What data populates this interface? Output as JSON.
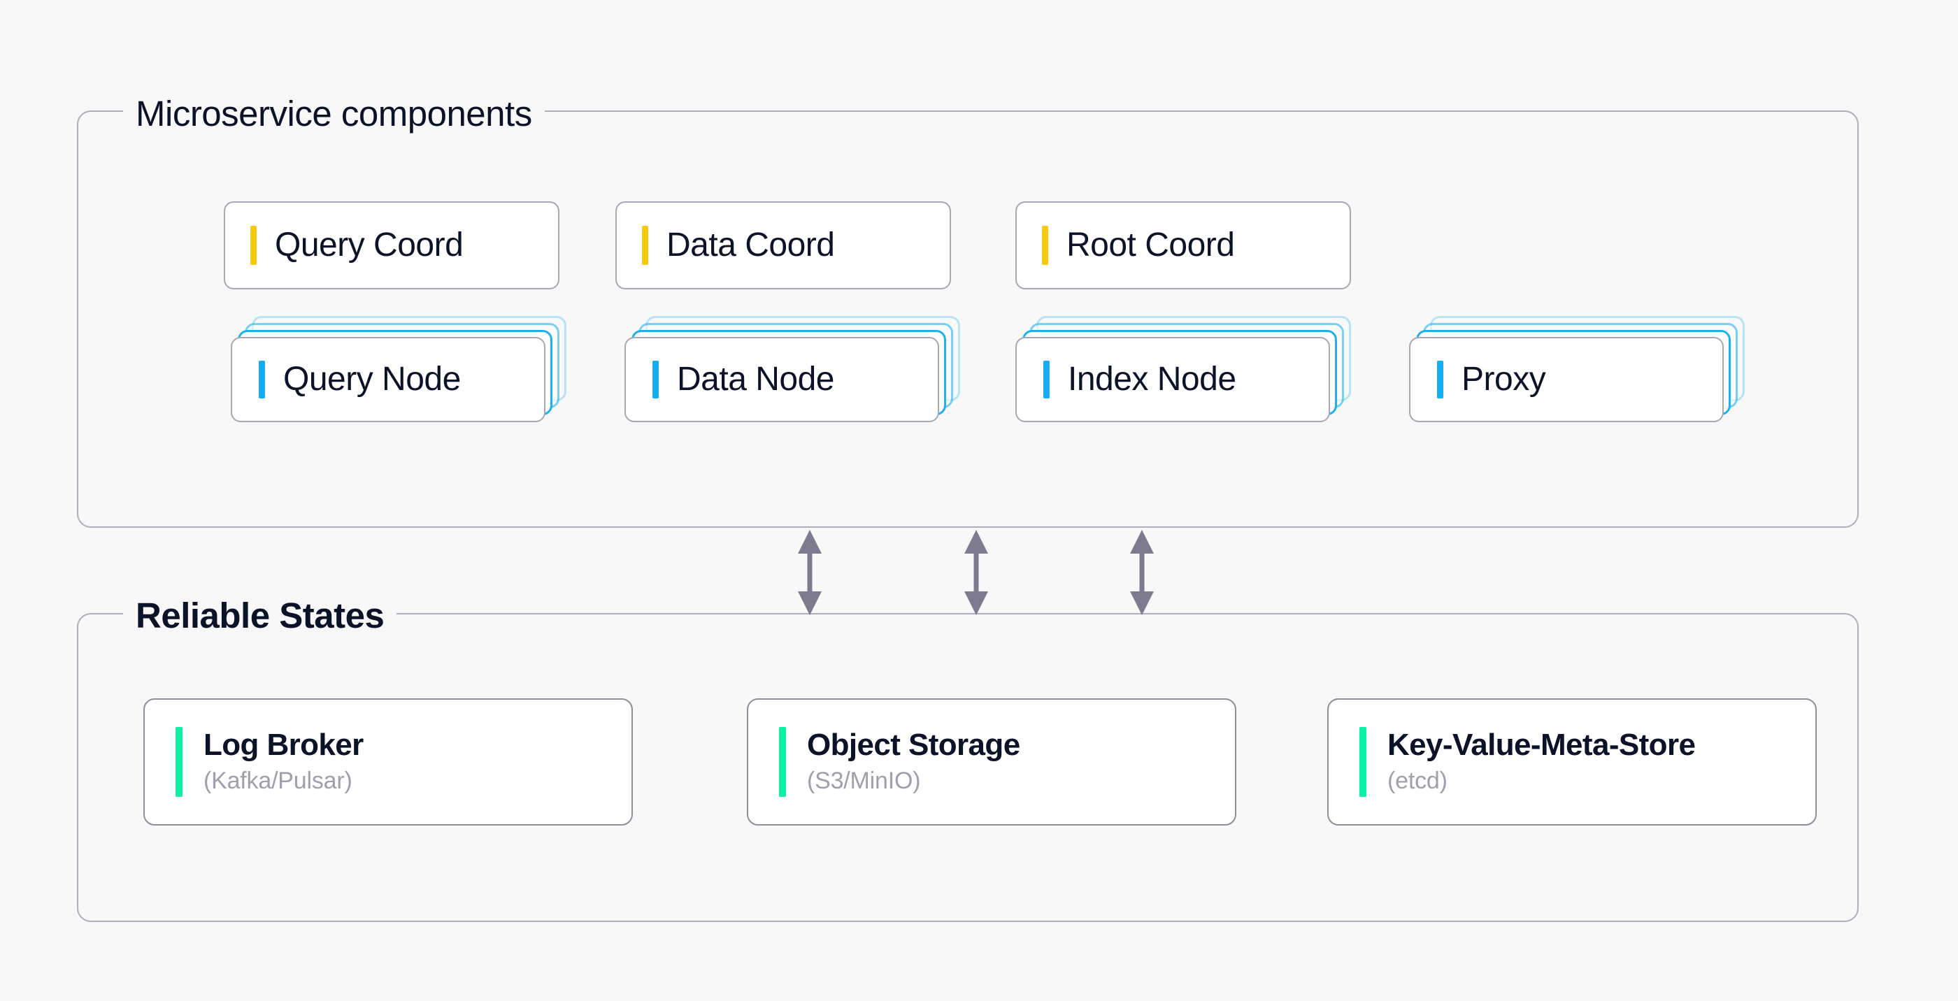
{
  "colors": {
    "background": "#F8F8F9",
    "frame_border": "#AEAEBC",
    "card_border": "#A8A8B4",
    "text_dark": "#0B1328",
    "subtitle_gray": "#A0A0AC",
    "accent_coordinator": "#F5CB0C",
    "accent_node": "#12AEF0",
    "accent_state": "#0FEFA8",
    "arrow_gray": "#7C7C8E"
  },
  "sections": {
    "microservice": {
      "legend": "Microservice components",
      "coordinators": [
        {
          "label": "Query Coord"
        },
        {
          "label": "Data Coord"
        },
        {
          "label": "Root Coord"
        }
      ],
      "nodes": [
        {
          "label": "Query Node",
          "stacked": true,
          "stack_layers": 3
        },
        {
          "label": "Data Node",
          "stacked": true,
          "stack_layers": 3
        },
        {
          "label": "Index Node",
          "stacked": true,
          "stack_layers": 3
        },
        {
          "label": "Proxy",
          "stacked": true,
          "stack_layers": 3
        }
      ]
    },
    "reliable_states": {
      "legend": "Reliable States",
      "items": [
        {
          "title": "Log Broker",
          "subtitle": "(Kafka/Pulsar)"
        },
        {
          "title": "Object Storage",
          "subtitle": "(S3/MinIO)"
        },
        {
          "title": "Key-Value-Meta-Store",
          "subtitle": "(etcd)"
        }
      ]
    }
  },
  "connectors": {
    "count": 3,
    "style": "double-headed-vertical-arrow",
    "from": "Microservice components",
    "to": "Reliable States"
  }
}
